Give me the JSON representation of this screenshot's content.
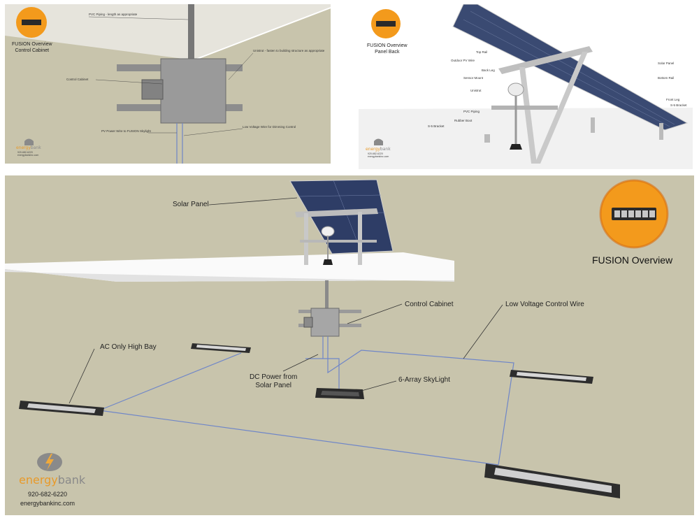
{
  "colors": {
    "background_tan": "#c8c4ac",
    "sun_orange": "#f39a1c",
    "energy_orange": "#e89a2a",
    "bank_gray": "#8a8a8a",
    "wire_blue": "#6f86c8"
  },
  "panel_cabinet": {
    "title_line1": "FUSION Overview",
    "title_line2": "Control Cabinet",
    "labels": {
      "pvc_piping": "PVC Piping - length as appropriate",
      "unistrut": "Unistrut - fasten to building structure as appropriate",
      "control_cabinet": "Control Cabinet",
      "pv_power_wire": "PV Power Wire to FUSION Skylight",
      "low_voltage": "Low Voltage Wire for Dimming Control"
    },
    "brand": {
      "energy": "energy",
      "bank": "bank",
      "phone": "920-682-6220",
      "web": "energybankinc.com"
    }
  },
  "panel_back": {
    "title_line1": "FUSION Overview",
    "title_line2": "Panel Back",
    "labels": {
      "top_rail": "Top Rail",
      "outdoor_pv_wire": "Outdoor PV Wire",
      "back_leg": "Back Leg",
      "sensor_mount": "Sensor Mount",
      "unistrut": "Unistrut",
      "pvc_piping": "PVC Piping",
      "rubber_boot": "Rubber Boot",
      "s5_bracket_left": "S-5 Bracket",
      "solar_panel": "Solar Panel",
      "bottom_rail": "Bottom Rail",
      "front_leg": "Front Leg",
      "s5_bracket_right": "S-5 Bracket"
    },
    "brand": {
      "energy": "energy",
      "bank": "bank",
      "phone": "920-682-6220",
      "web": "energybankinc.com"
    }
  },
  "panel_overview": {
    "title": "FUSION Overview",
    "labels": {
      "solar_panel": "Solar Panel",
      "control_cabinet": "Control Cabinet",
      "low_voltage_wire": "Low Voltage Control Wire",
      "ac_high_bay": "AC Only High Bay",
      "dc_power_line1": "DC Power from",
      "dc_power_line2": "Solar Panel",
      "skylight": "6-Array SkyLight"
    },
    "brand": {
      "energy": "energy",
      "bank": "bank",
      "phone": "920-682-6220",
      "web": "energybankinc.com"
    }
  }
}
